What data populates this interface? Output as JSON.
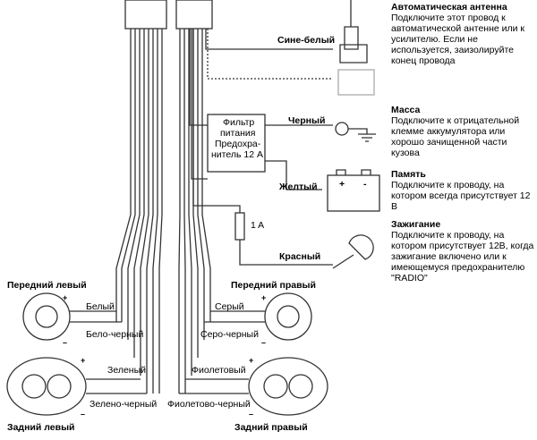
{
  "wires": {
    "blue_white": "Сине-белый",
    "black": "Черный",
    "yellow": "Желтый",
    "red": "Красный"
  },
  "filter": {
    "line1": "Фильтр",
    "line2": "питания",
    "line3": "Предохра-",
    "line4": "нитель 12 А"
  },
  "fuse_label": "1 A",
  "battery_plus": "+",
  "battery_minus": "-",
  "speakers": {
    "front_left": "Передний левый",
    "front_right": "Передний правый",
    "rear_left": "Задний левый",
    "rear_right": "Задний правый"
  },
  "speaker_wires": {
    "white": "Белый",
    "white_black": "Бело-черный",
    "green": "Зеленый",
    "green_black": "Зелено-черный",
    "gray": "Серый",
    "gray_black": "Серо-черный",
    "violet": "Фиолетовый",
    "violet_black": "Фиолетово-черный"
  },
  "polarity": {
    "plus": "+",
    "minus": "–"
  },
  "notes": {
    "antenna": {
      "title": "Автоматическая антенна",
      "text": "Подключите этот провод к автоматической антенне или к усилителю. Если не используется, заизолируйте конец провода"
    },
    "ground": {
      "title": "Масса",
      "text": "Подключите к отрицательной клемме аккумулятора или хорошо зачищенной части кузова"
    },
    "memory": {
      "title": "Память",
      "text": "Подключите к проводу, на котором всегда присутствует 12 В"
    },
    "ignition": {
      "title": "Зажигание",
      "text": "Подключите к проводу, на котором присутствует 12В, когда зажигание включено или к имеющемуся предохранителю \"RADIO\""
    }
  }
}
